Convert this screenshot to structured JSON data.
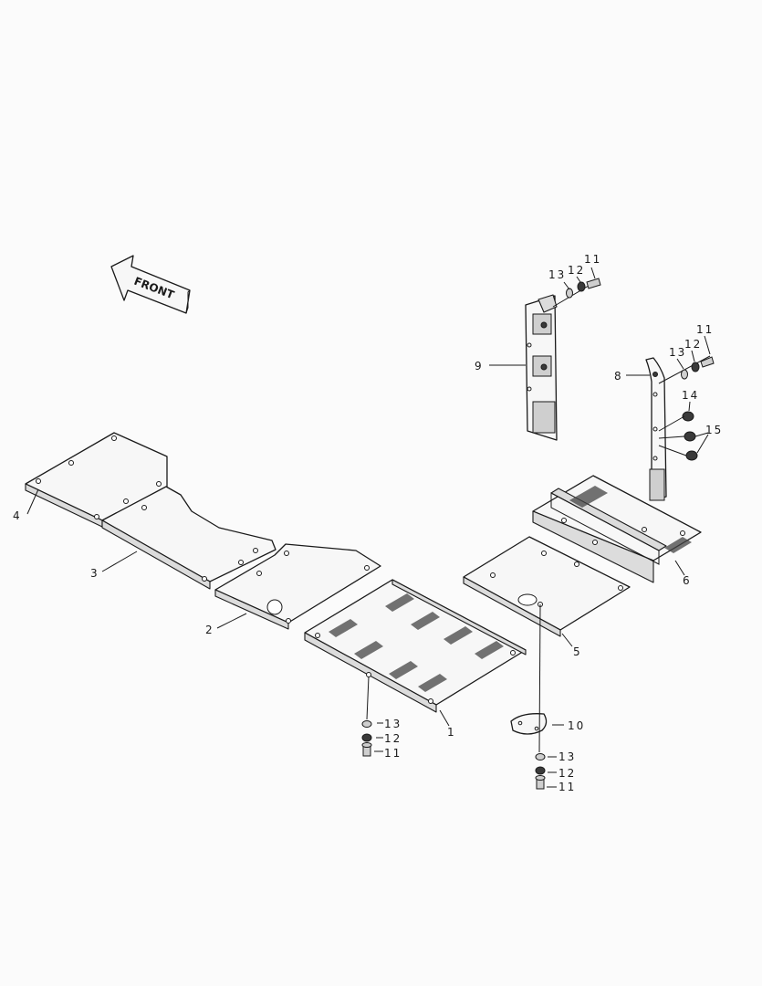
{
  "direction_label": "FRONT",
  "callouts": {
    "c1": "1",
    "c2": "2",
    "c3": "3",
    "c4": "4",
    "c5": "5",
    "c6": "6",
    "c8": "8",
    "c9": "9",
    "c10": "10",
    "c11": "11",
    "c12": "12",
    "c13": "13",
    "c14": "14",
    "c15": "15"
  }
}
